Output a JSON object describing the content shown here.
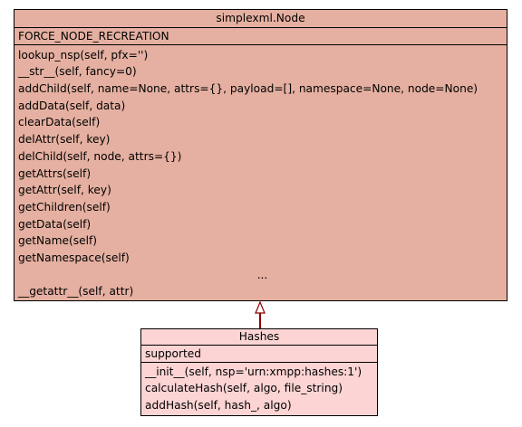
{
  "classes": {
    "node": {
      "name": "simplexml.Node",
      "attributes": [
        "FORCE_NODE_RECREATION"
      ],
      "methods": [
        "lookup_nsp(self, pfx='')",
        "__str__(self, fancy=0)",
        "addChild(self, name=None, attrs={}, payload=[], namespace=None, node=None)",
        "addData(self, data)",
        "clearData(self)",
        "delAttr(self, key)",
        "delChild(self, node, attrs={})",
        "getAttrs(self)",
        "getAttr(self, key)",
        "getChildren(self)",
        "getData(self)",
        "getName(self)",
        "getNamespace(self)",
        "...",
        "__getattr__(self, attr)"
      ]
    },
    "hashes": {
      "name": "Hashes",
      "attributes": [
        "supported"
      ],
      "methods": [
        "__init__(self, nsp='urn:xmpp:hashes:1')",
        "calculateHash(self, algo, file_string)",
        "addHash(self, hash_, algo)"
      ]
    }
  },
  "relation": {
    "type": "inheritance",
    "from": "Hashes",
    "to": "simplexml.Node",
    "color": "#8b0000"
  },
  "colors": {
    "node_fill": "#e5b0a1",
    "hashes_fill": "#fcd4d4"
  }
}
